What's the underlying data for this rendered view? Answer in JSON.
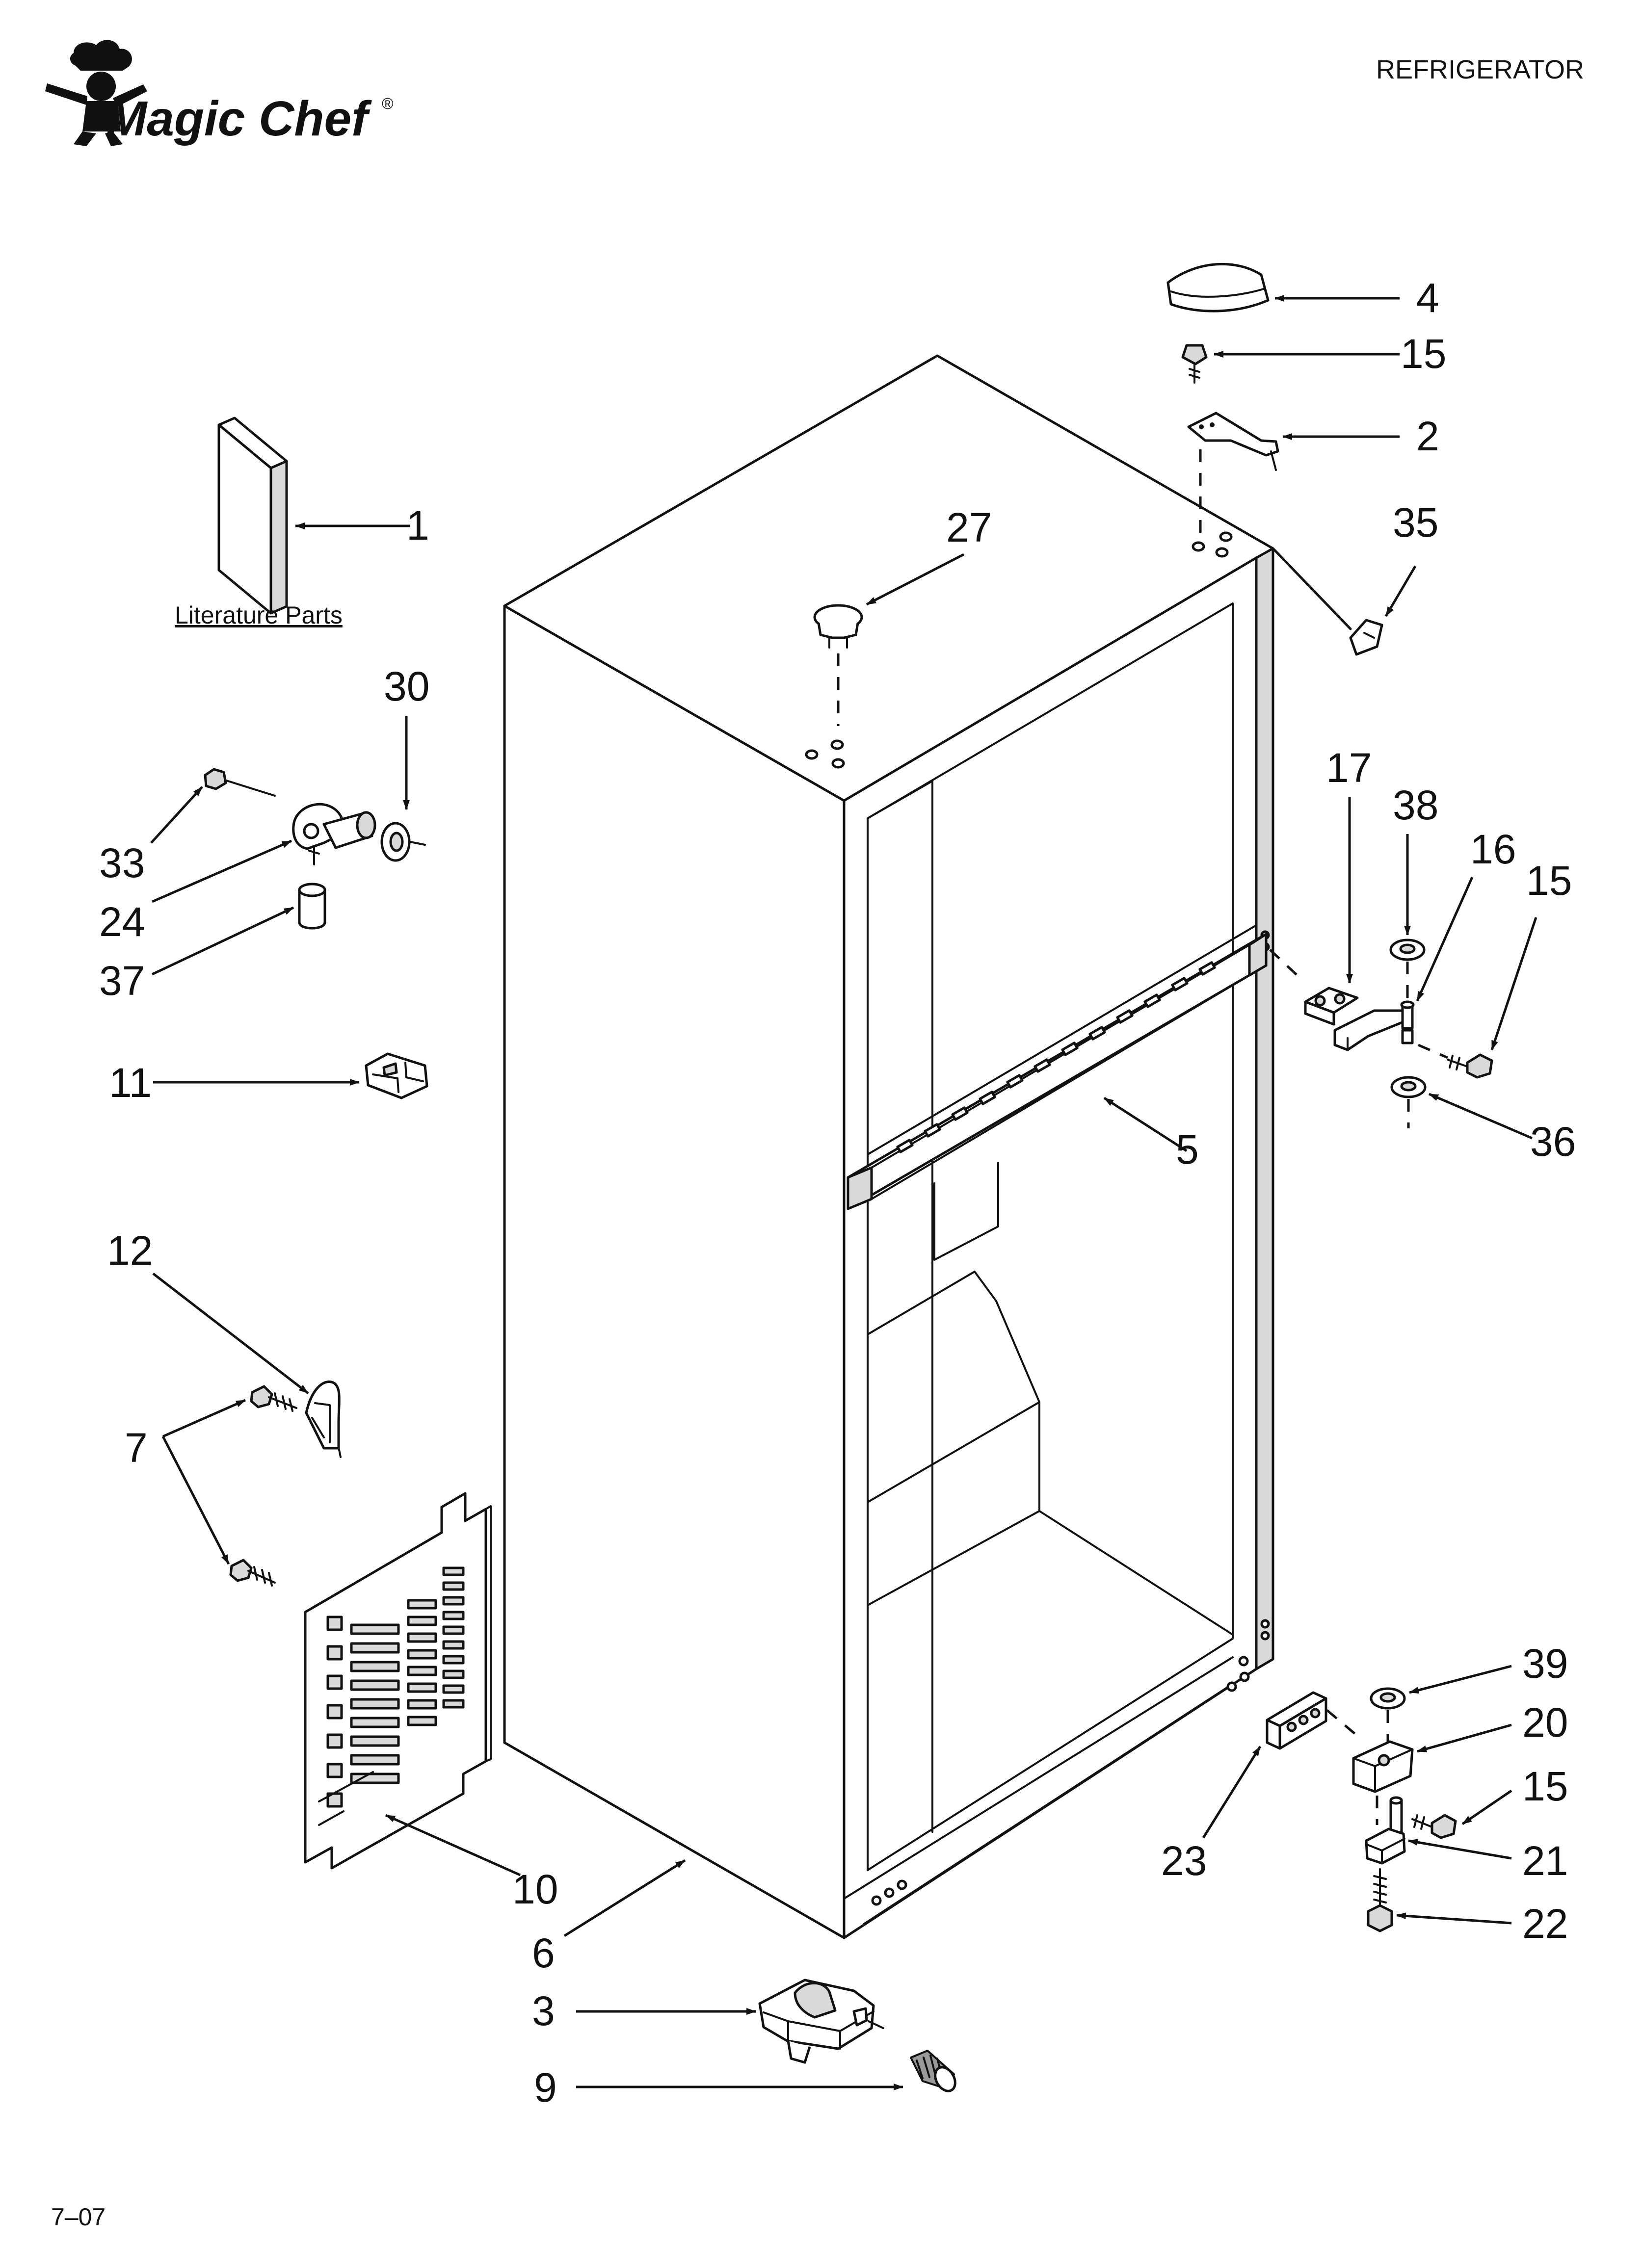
{
  "header": {
    "brand": "Magic Chef",
    "brand_mark": "®",
    "section": "REFRIGERATOR"
  },
  "literature_label": "Literature Parts",
  "callouts": {
    "c1": "1",
    "c2": "2",
    "c3": "3",
    "c4": "4",
    "c5": "5",
    "c6": "6",
    "c7": "7",
    "c9": "9",
    "c10": "10",
    "c11": "11",
    "c12": "12",
    "c15a": "15",
    "c15b": "15",
    "c15c": "15",
    "c16": "16",
    "c17": "17",
    "c20": "20",
    "c21": "21",
    "c22": "22",
    "c23": "23",
    "c24": "24",
    "c27": "27",
    "c30": "30",
    "c33": "33",
    "c35": "35",
    "c36": "36",
    "c37": "37",
    "c38": "38",
    "c39": "39"
  },
  "footer": {
    "code": "7–07"
  }
}
